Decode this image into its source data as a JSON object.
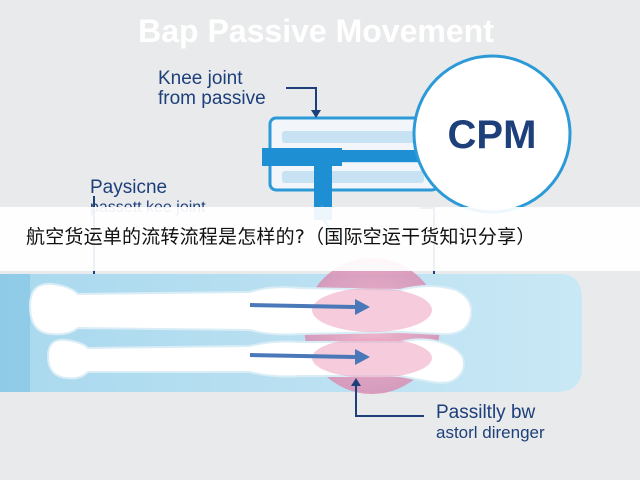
{
  "title": "Bap Passive Movement",
  "labels": {
    "top_line1": "Knee joint",
    "top_line2": "from passive",
    "left_line1": "Paysicne",
    "left_line2": "passett kee joint",
    "bottom_line1": "Passiltly bw",
    "bottom_line2": "astorl direnger"
  },
  "cpm_label": "CPM",
  "banner_text": "航空货运单的流转流程是怎样的?（国际空运干货知识分享）",
  "colors": {
    "background": "#e9eaeb",
    "accent_blue": "#1f8fd4",
    "text_blue": "#1d3f7a",
    "highlight_pink": "#e79ab8",
    "limb_bg": "#bfe3f3"
  }
}
